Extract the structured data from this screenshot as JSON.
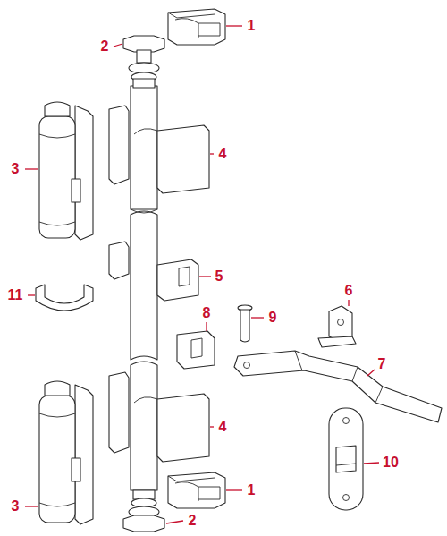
{
  "diagram": {
    "labels": [
      "1",
      "2",
      "3",
      "4",
      "11",
      "5",
      "6",
      "8",
      "9",
      "7",
      "4",
      "10",
      "3",
      "1",
      "2"
    ]
  }
}
